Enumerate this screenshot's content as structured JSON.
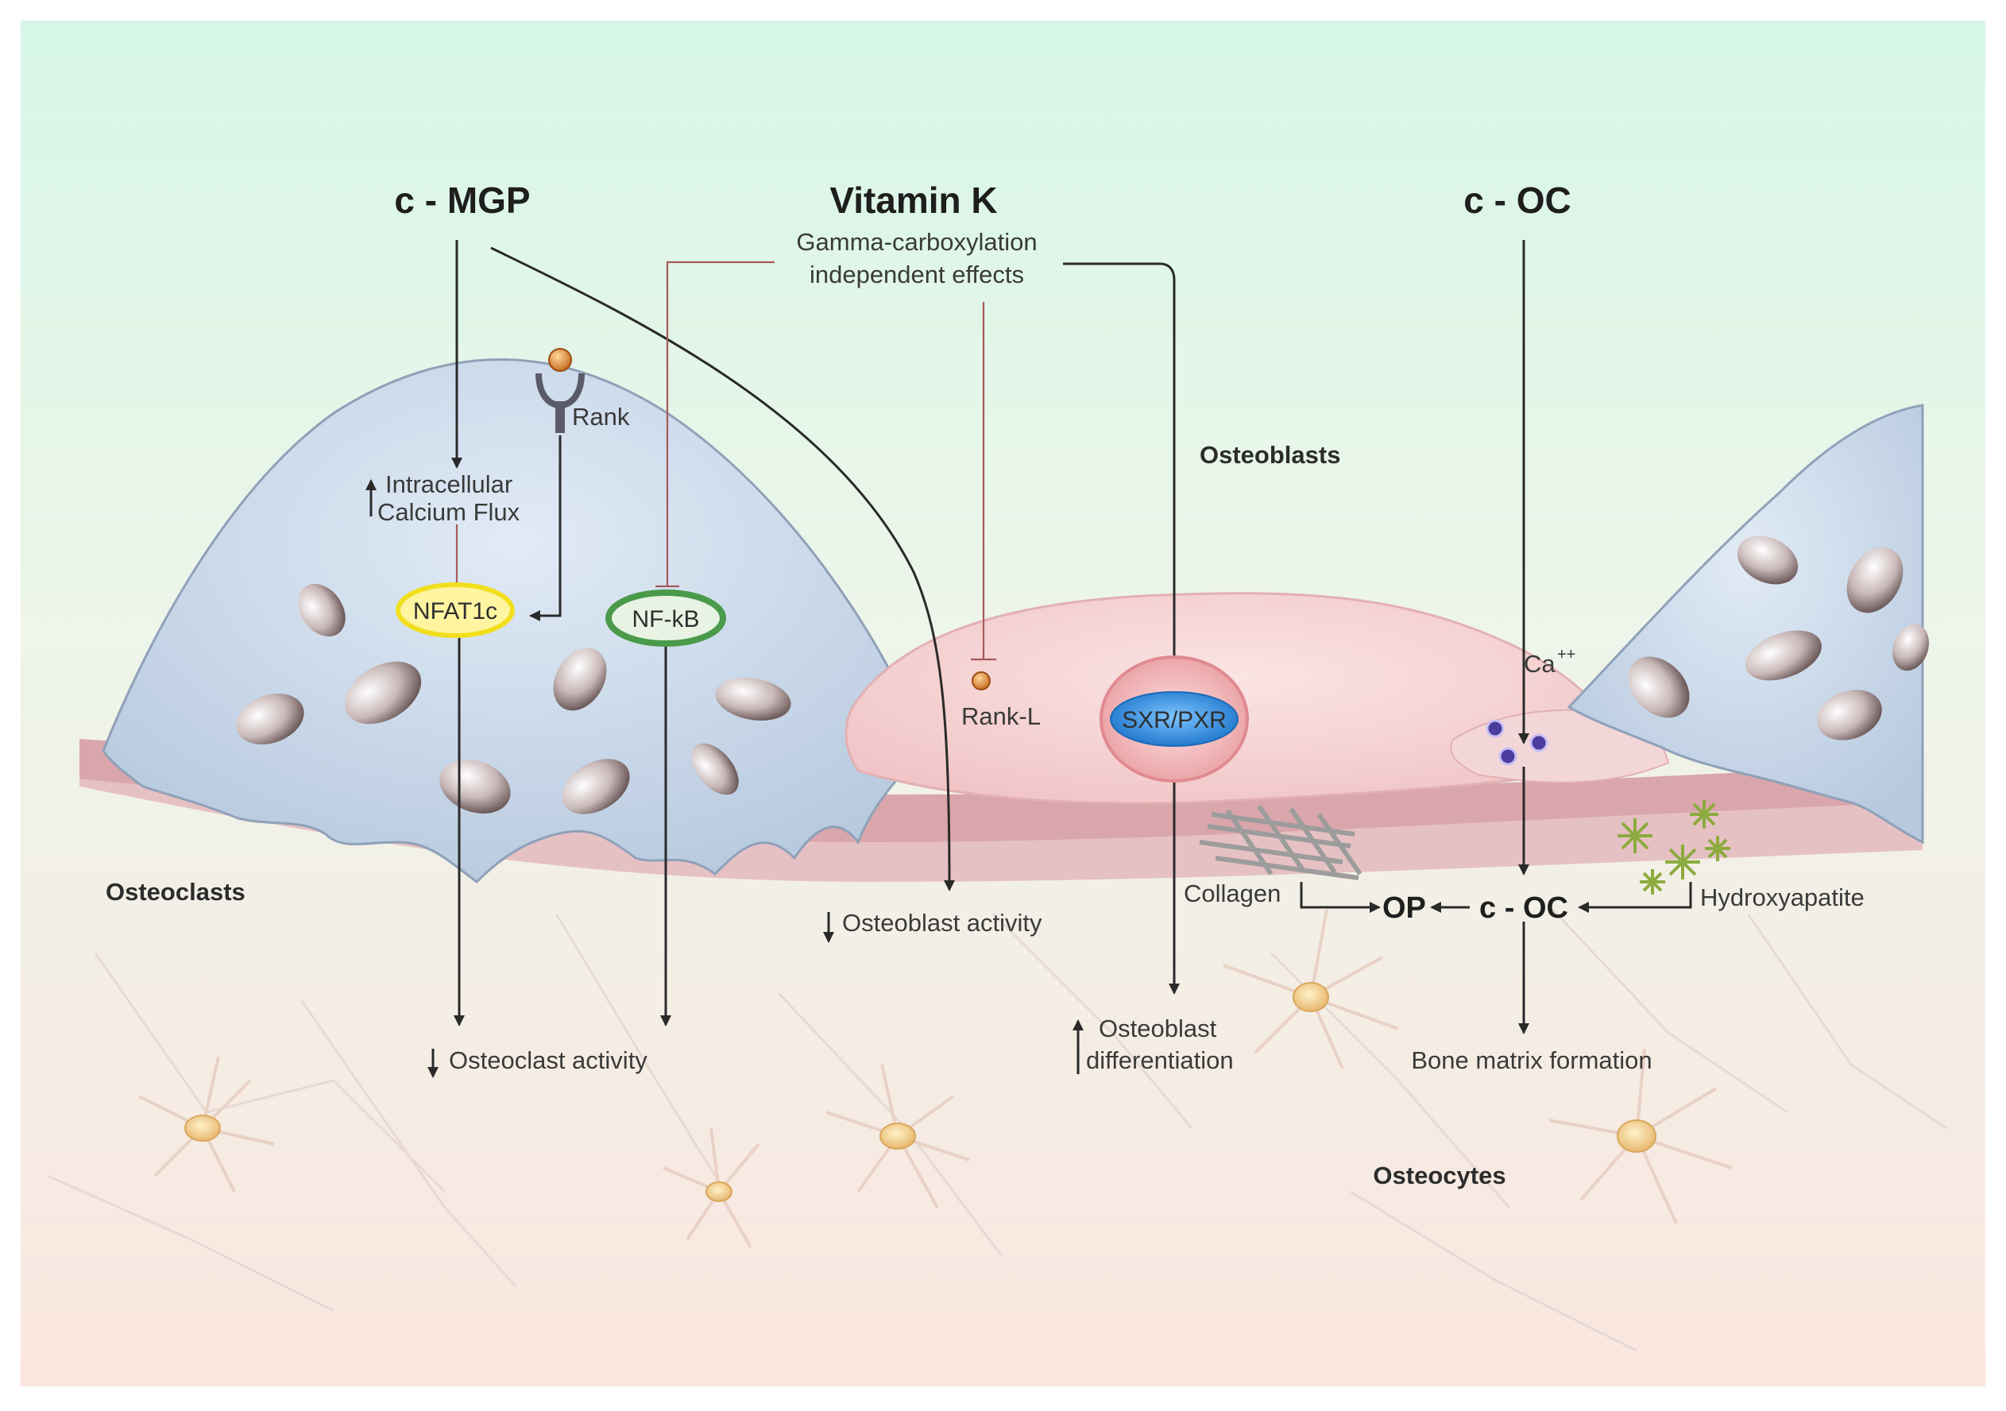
{
  "labels": {
    "c_mgp": "c - MGP",
    "vitamin_k": "Vitamin K",
    "c_oc_top": "c - OC",
    "gamma_line1": "Gamma-carboxylation",
    "gamma_line2": "independent effects",
    "rank": "Rank",
    "intracellular_line1": "Intracellular",
    "intracellular_line2": "Calcium Flux",
    "nfat1c": "NFAT1c",
    "nfkb": "NF-kB",
    "rank_l": "Rank-L",
    "sxr_pxr": "SXR/PXR",
    "osteoblasts": "Osteoblasts",
    "ca": "Ca",
    "ca_sup": "++",
    "osteoclasts": "Osteoclasts",
    "osteoblast_activity": "Osteoblast activity",
    "collagen": "Collagen",
    "op": "OP",
    "c_oc_mid": "c - OC",
    "hydroxyapatite": "Hydroxyapatite",
    "osteoclast_activity": "Osteoclast activity",
    "osteoblast_diff_line1": "Osteoblast",
    "osteoblast_diff_line2": "differentiation",
    "bone_matrix": "Bone matrix formation",
    "osteocytes": "Osteocytes"
  },
  "colors": {
    "bg_top": "#d6f7e7",
    "bg_bottom": "#fae6df",
    "osteoclast_fill": "#c8d8ea",
    "osteoblast_fill": "#f7d3d3",
    "bone_band": "#d9a6ab",
    "nfat_ring": "#f1df1f",
    "nfkb_ring": "#4a9a4a",
    "sxr_fill": "#2e8fe0",
    "inhibit_line": "#a65a5a",
    "arrow": "#2a2a2a"
  }
}
